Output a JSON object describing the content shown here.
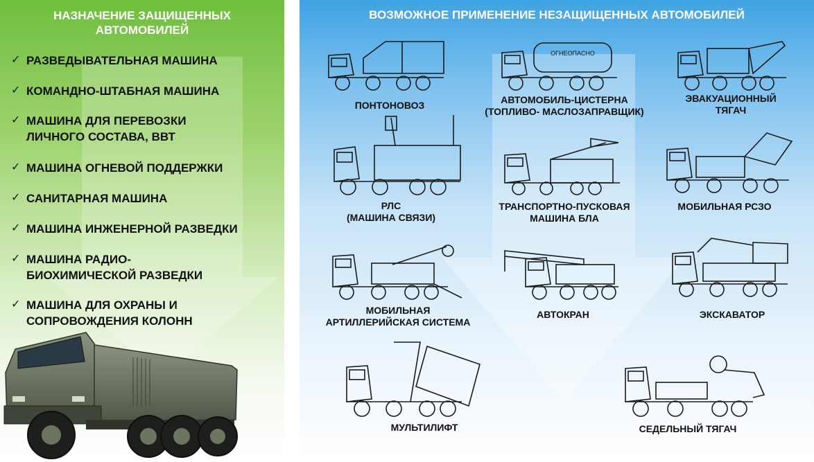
{
  "left_panel": {
    "title": "НАЗНАЧЕНИЕ ЗАЩИЩЕННЫХ\nАВТОМОБИЛЕЙ",
    "check_glyph": "✓",
    "roles": [
      "РАЗВЕДЫВАТЕЛЬНАЯ МАШИНА",
      "КОМАНДНО-ШТАБНАЯ МАШИНА",
      "МАШИНА ДЛЯ ПЕРЕВОЗКИ\nЛИЧНОГО СОСТАВА, ВВТ",
      "МАШИНА ОГНЕВОЙ ПОДДЕРЖКИ",
      "САНИТАРНАЯ МАШИНА",
      "МАШИНА ИНЖЕНЕРНОЙ РАЗВЕДКИ",
      "МАШИНА РАДИО-\nБИОХИМИЧЕСКОЙ РАЗВЕДКИ",
      "МАШИНА ДЛЯ ОХРАНЫ И\nСОПРОВОЖДЕНИЯ КОЛОНН"
    ]
  },
  "right_panel": {
    "title": "ВОЗМОЖНОЕ ПРИМЕНЕНИЕ НЕЗАЩИЩЕННЫХ АВТОМОБИЛЕЙ",
    "tank_marking": "ОГНЕОПАСНО",
    "vehicles": [
      {
        "id": "pontoon",
        "label": "ПОНТОНОВОЗ"
      },
      {
        "id": "tanker",
        "label": "АВТОМОБИЛЬ-ЦИСТЕРНА\n(ТОПЛИВО- МАСЛОЗАПРАВЩИК)"
      },
      {
        "id": "recovery",
        "label": "ЭВАКУАЦИОННЫЙ\nТЯГАЧ"
      },
      {
        "id": "radar",
        "label": "РЛС\n(МАШИНА СВЯЗИ)"
      },
      {
        "id": "uav",
        "label": "ТРАНСПОРТНО-ПУСКОВАЯ\nМАШИНА БЛА"
      },
      {
        "id": "mlrs",
        "label": "МОБИЛЬНАЯ РСЗО"
      },
      {
        "id": "artillery",
        "label": "МОБИЛЬНАЯ\nАРТИЛЛЕРИЙСКАЯ СИСТЕМА"
      },
      {
        "id": "crane",
        "label": "АВТОКРАН"
      },
      {
        "id": "excavator",
        "label": "ЭКСКАВАТОР"
      },
      {
        "id": "multilift",
        "label": "МУЛЬТИЛИФТ"
      },
      {
        "id": "tractor",
        "label": "СЕДЕЛЬНЫЙ ТЯГАЧ"
      }
    ]
  },
  "colors": {
    "left_panel_green": "#6fbf3e",
    "right_panel_blue": "#3fa3e3",
    "title_text": "#ffffff",
    "body_text": "#111111"
  }
}
